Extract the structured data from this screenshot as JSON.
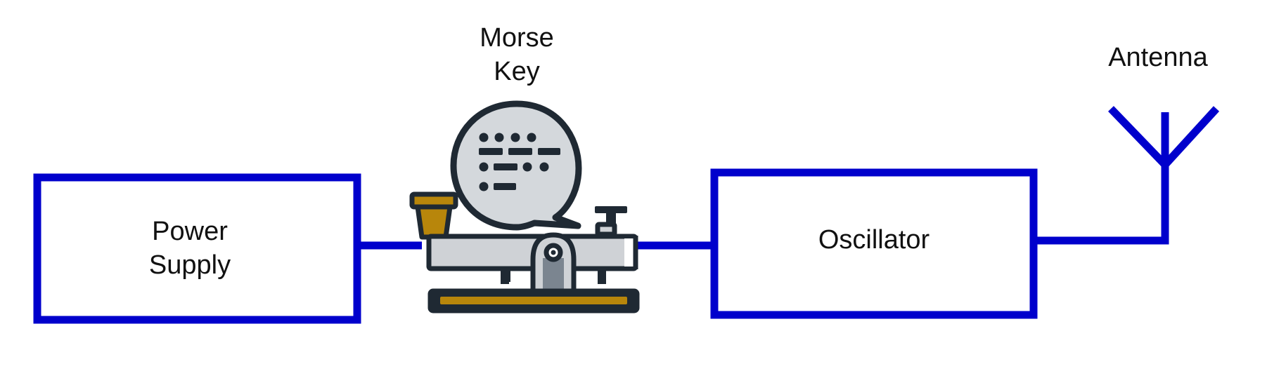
{
  "colors": {
    "wire": "#0000cc",
    "outline": "#1f2933",
    "metal": "#cfd2d6",
    "brass": "#b8860b",
    "bubble": "#d4d8dc"
  },
  "blocks": {
    "power_supply": {
      "line1": "Power",
      "line2": "Supply"
    },
    "oscillator": {
      "label": "Oscillator"
    }
  },
  "morse_key": {
    "line1": "Morse",
    "line2": "Key",
    "icon": "telegraph-key-icon",
    "bubble_icon": "morse-code-speech-bubble-icon"
  },
  "antenna": {
    "label": "Antenna",
    "icon": "antenna-icon"
  }
}
